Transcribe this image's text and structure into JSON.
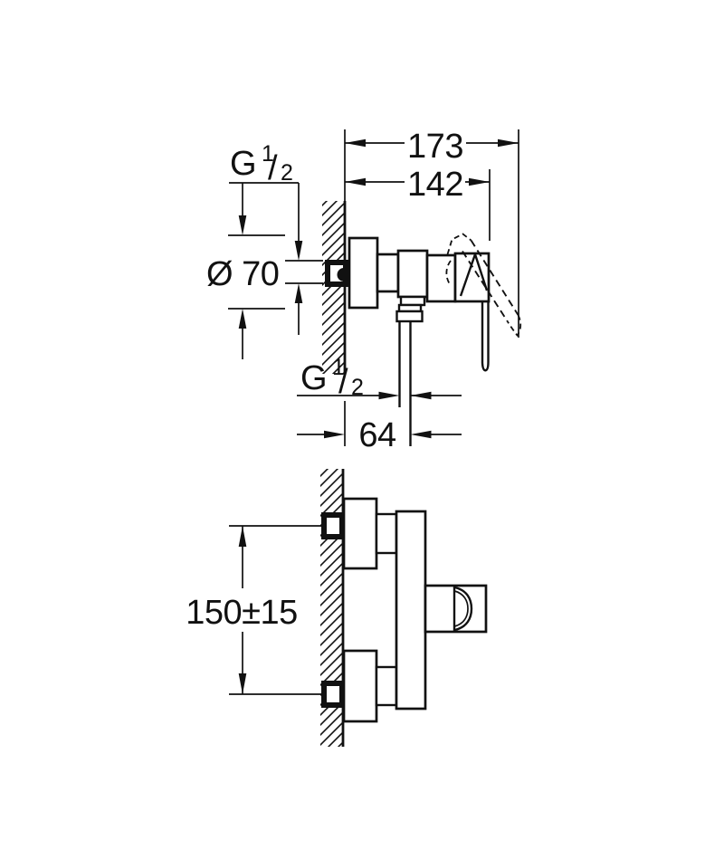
{
  "drawing": {
    "background": "#ffffff",
    "line_color": "#111111",
    "side_view": {
      "dim_overall_depth": "173",
      "dim_body_depth": "142",
      "dim_escutcheon_diameter": "Ø 70",
      "dim_hose_offset": "64",
      "wall_thread": {
        "base": "G",
        "sup": "1",
        "slash": "/",
        "sub": "2"
      },
      "hose_thread": {
        "base": "G",
        "sup": "1",
        "slash": "/",
        "sub": "2"
      }
    },
    "front_view": {
      "dim_connection_centers": "150±15"
    }
  }
}
